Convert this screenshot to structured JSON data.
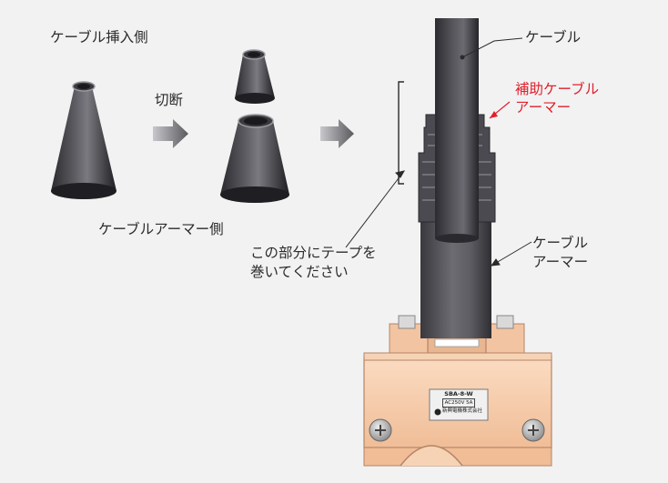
{
  "labels": {
    "cable_insert_side": "ケーブル挿入側",
    "cut": "切断",
    "cable_armor_side": "ケーブルアーマー側",
    "cable": "ケーブル",
    "aux_cable_armor_1": "補助ケーブル",
    "aux_cable_armor_2": "アーマー",
    "tape_line_1": "この部分にテープを",
    "tape_line_2": "巻いてください",
    "armor_line_1": "ケーブル",
    "armor_line_2": "アーマー"
  },
  "nameplate": {
    "model": "SBA-8-W",
    "rating": "AC250V 5A",
    "maker": "新興電機株式会社"
  },
  "colors": {
    "background": "#f2f2f3",
    "accent_red": "#e0202a",
    "housing": "#f5c9a6",
    "cone_dark": "#2e2e33",
    "arrow_gray": "#6e6e72"
  }
}
